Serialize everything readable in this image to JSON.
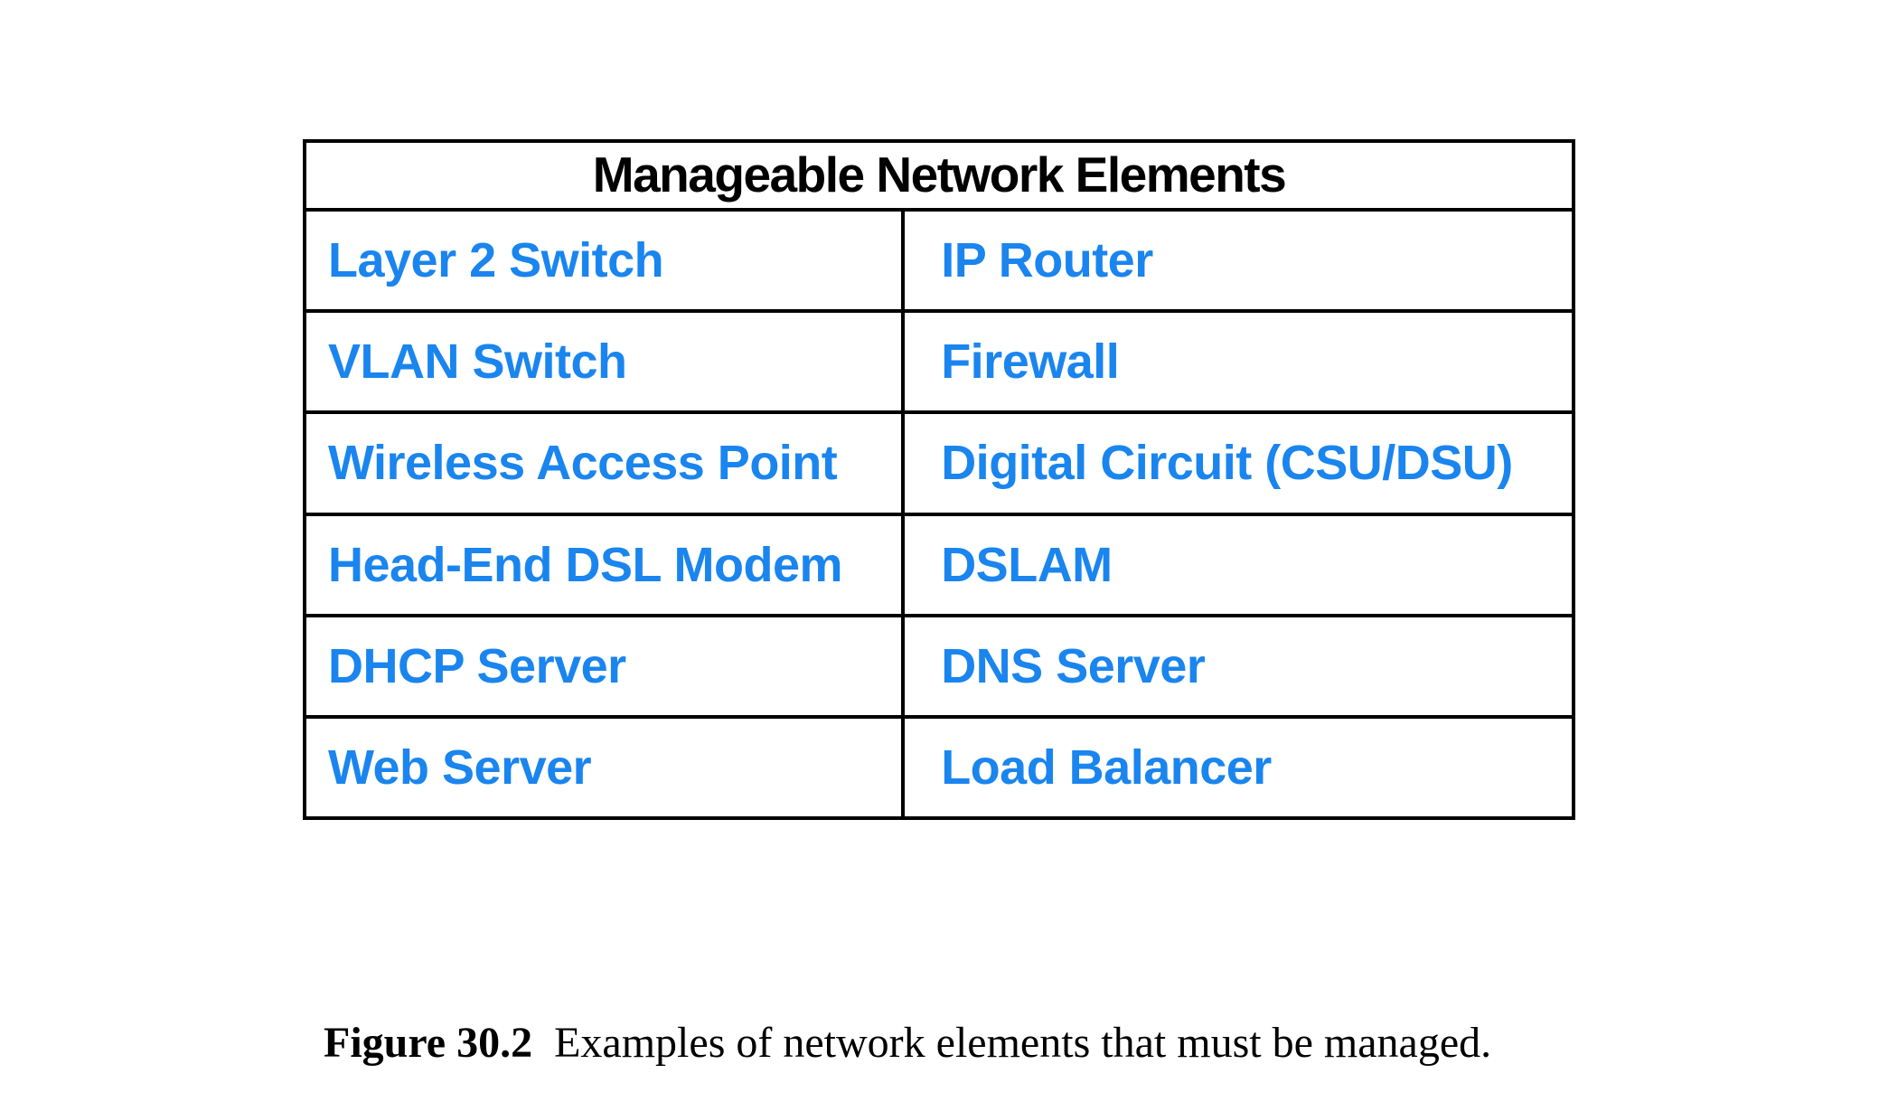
{
  "table": {
    "title": "Manageable Network Elements",
    "rows": [
      {
        "left": "Layer 2 Switch",
        "right": "IP Router"
      },
      {
        "left": "VLAN Switch",
        "right": "Firewall"
      },
      {
        "left": "Wireless Access Point",
        "right": "Digital Circuit (CSU/DSU)"
      },
      {
        "left": "Head-End DSL Modem",
        "right": "DSLAM"
      },
      {
        "left": "DHCP Server",
        "right": "DNS Server"
      },
      {
        "left": "Web Server",
        "right": "Load Balancer"
      }
    ]
  },
  "caption": {
    "label": "Figure 30.2",
    "text": "Examples of network elements that must be managed."
  },
  "colors": {
    "cell_text": "#1a85ee",
    "border": "#000000",
    "title_text": "#000000"
  }
}
